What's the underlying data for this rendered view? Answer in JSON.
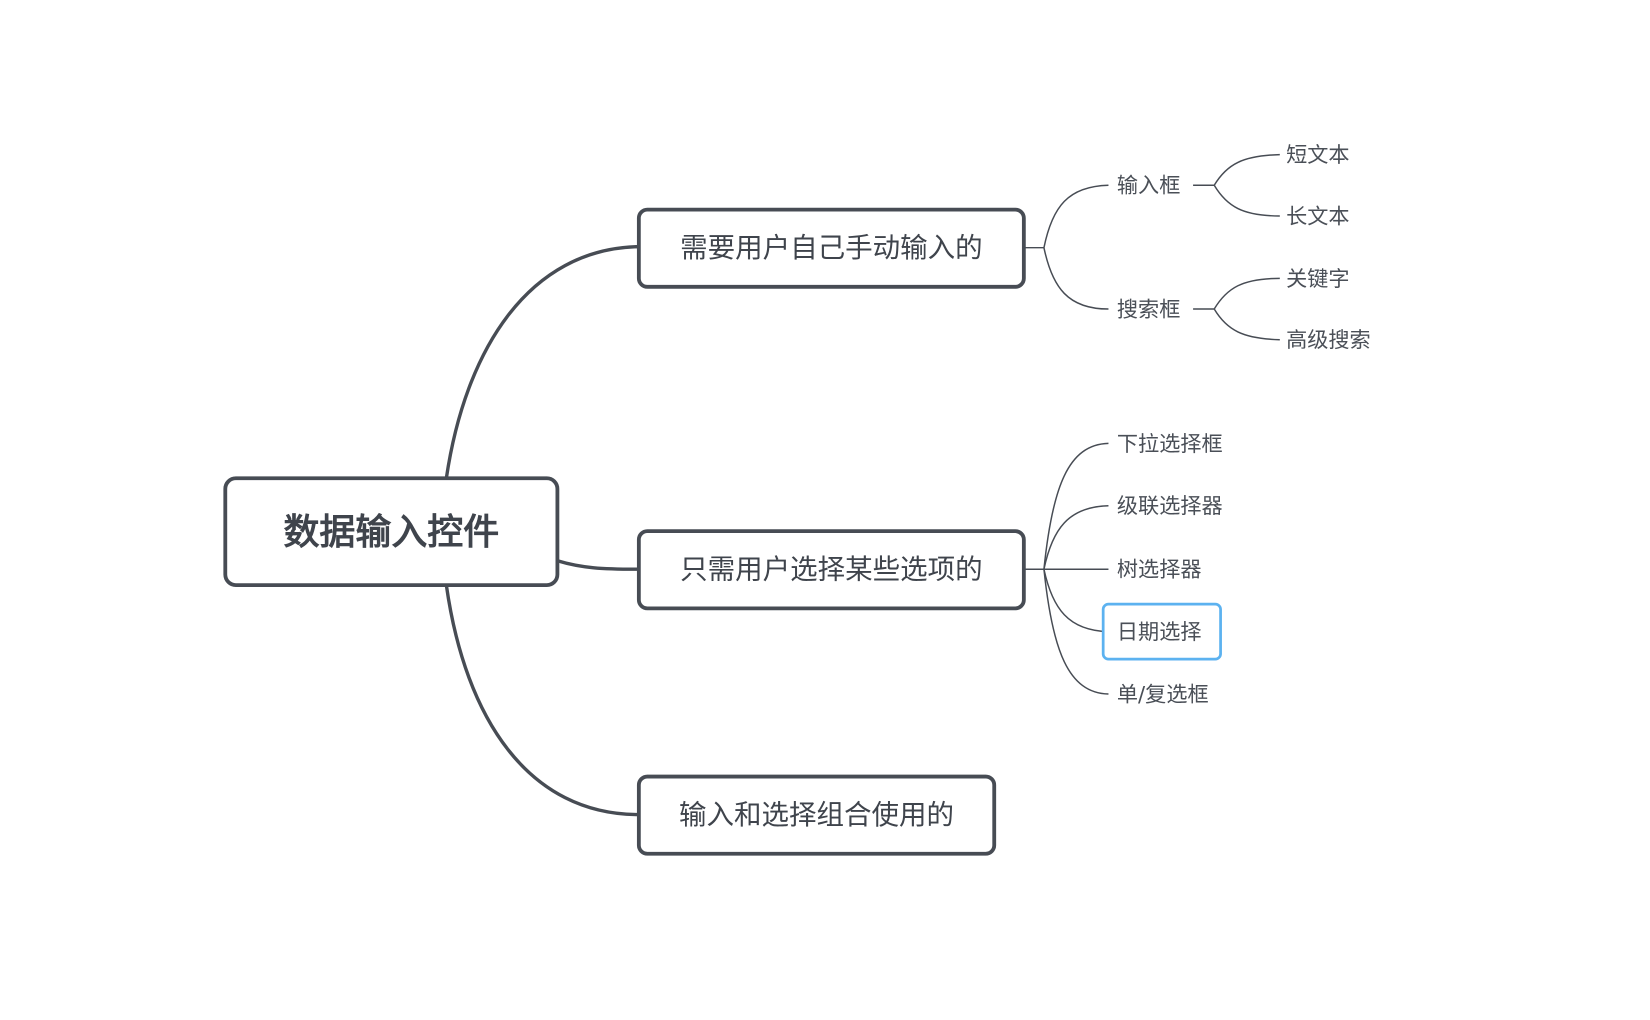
{
  "mindmap": {
    "root": {
      "label": "数据输入控件"
    },
    "branches": [
      {
        "label": "需要用户自己手动输入的",
        "children": [
          {
            "label": "输入框",
            "children": [
              {
                "label": "短文本"
              },
              {
                "label": "长文本"
              }
            ]
          },
          {
            "label": "搜索框",
            "children": [
              {
                "label": "关键字"
              },
              {
                "label": "高级搜索"
              }
            ]
          }
        ]
      },
      {
        "label": "只需用户选择某些选项的",
        "children": [
          {
            "label": "下拉选择框"
          },
          {
            "label": "级联选择器"
          },
          {
            "label": "树选择器"
          },
          {
            "label": "日期选择",
            "selected": true
          },
          {
            "label": "单/复选框"
          }
        ]
      },
      {
        "label": "输入和选择组合使用的",
        "children": []
      }
    ]
  },
  "colors": {
    "line": "#474c54",
    "text": "#3f444c",
    "selection": "#5cb2f0",
    "background": "#ffffff"
  }
}
